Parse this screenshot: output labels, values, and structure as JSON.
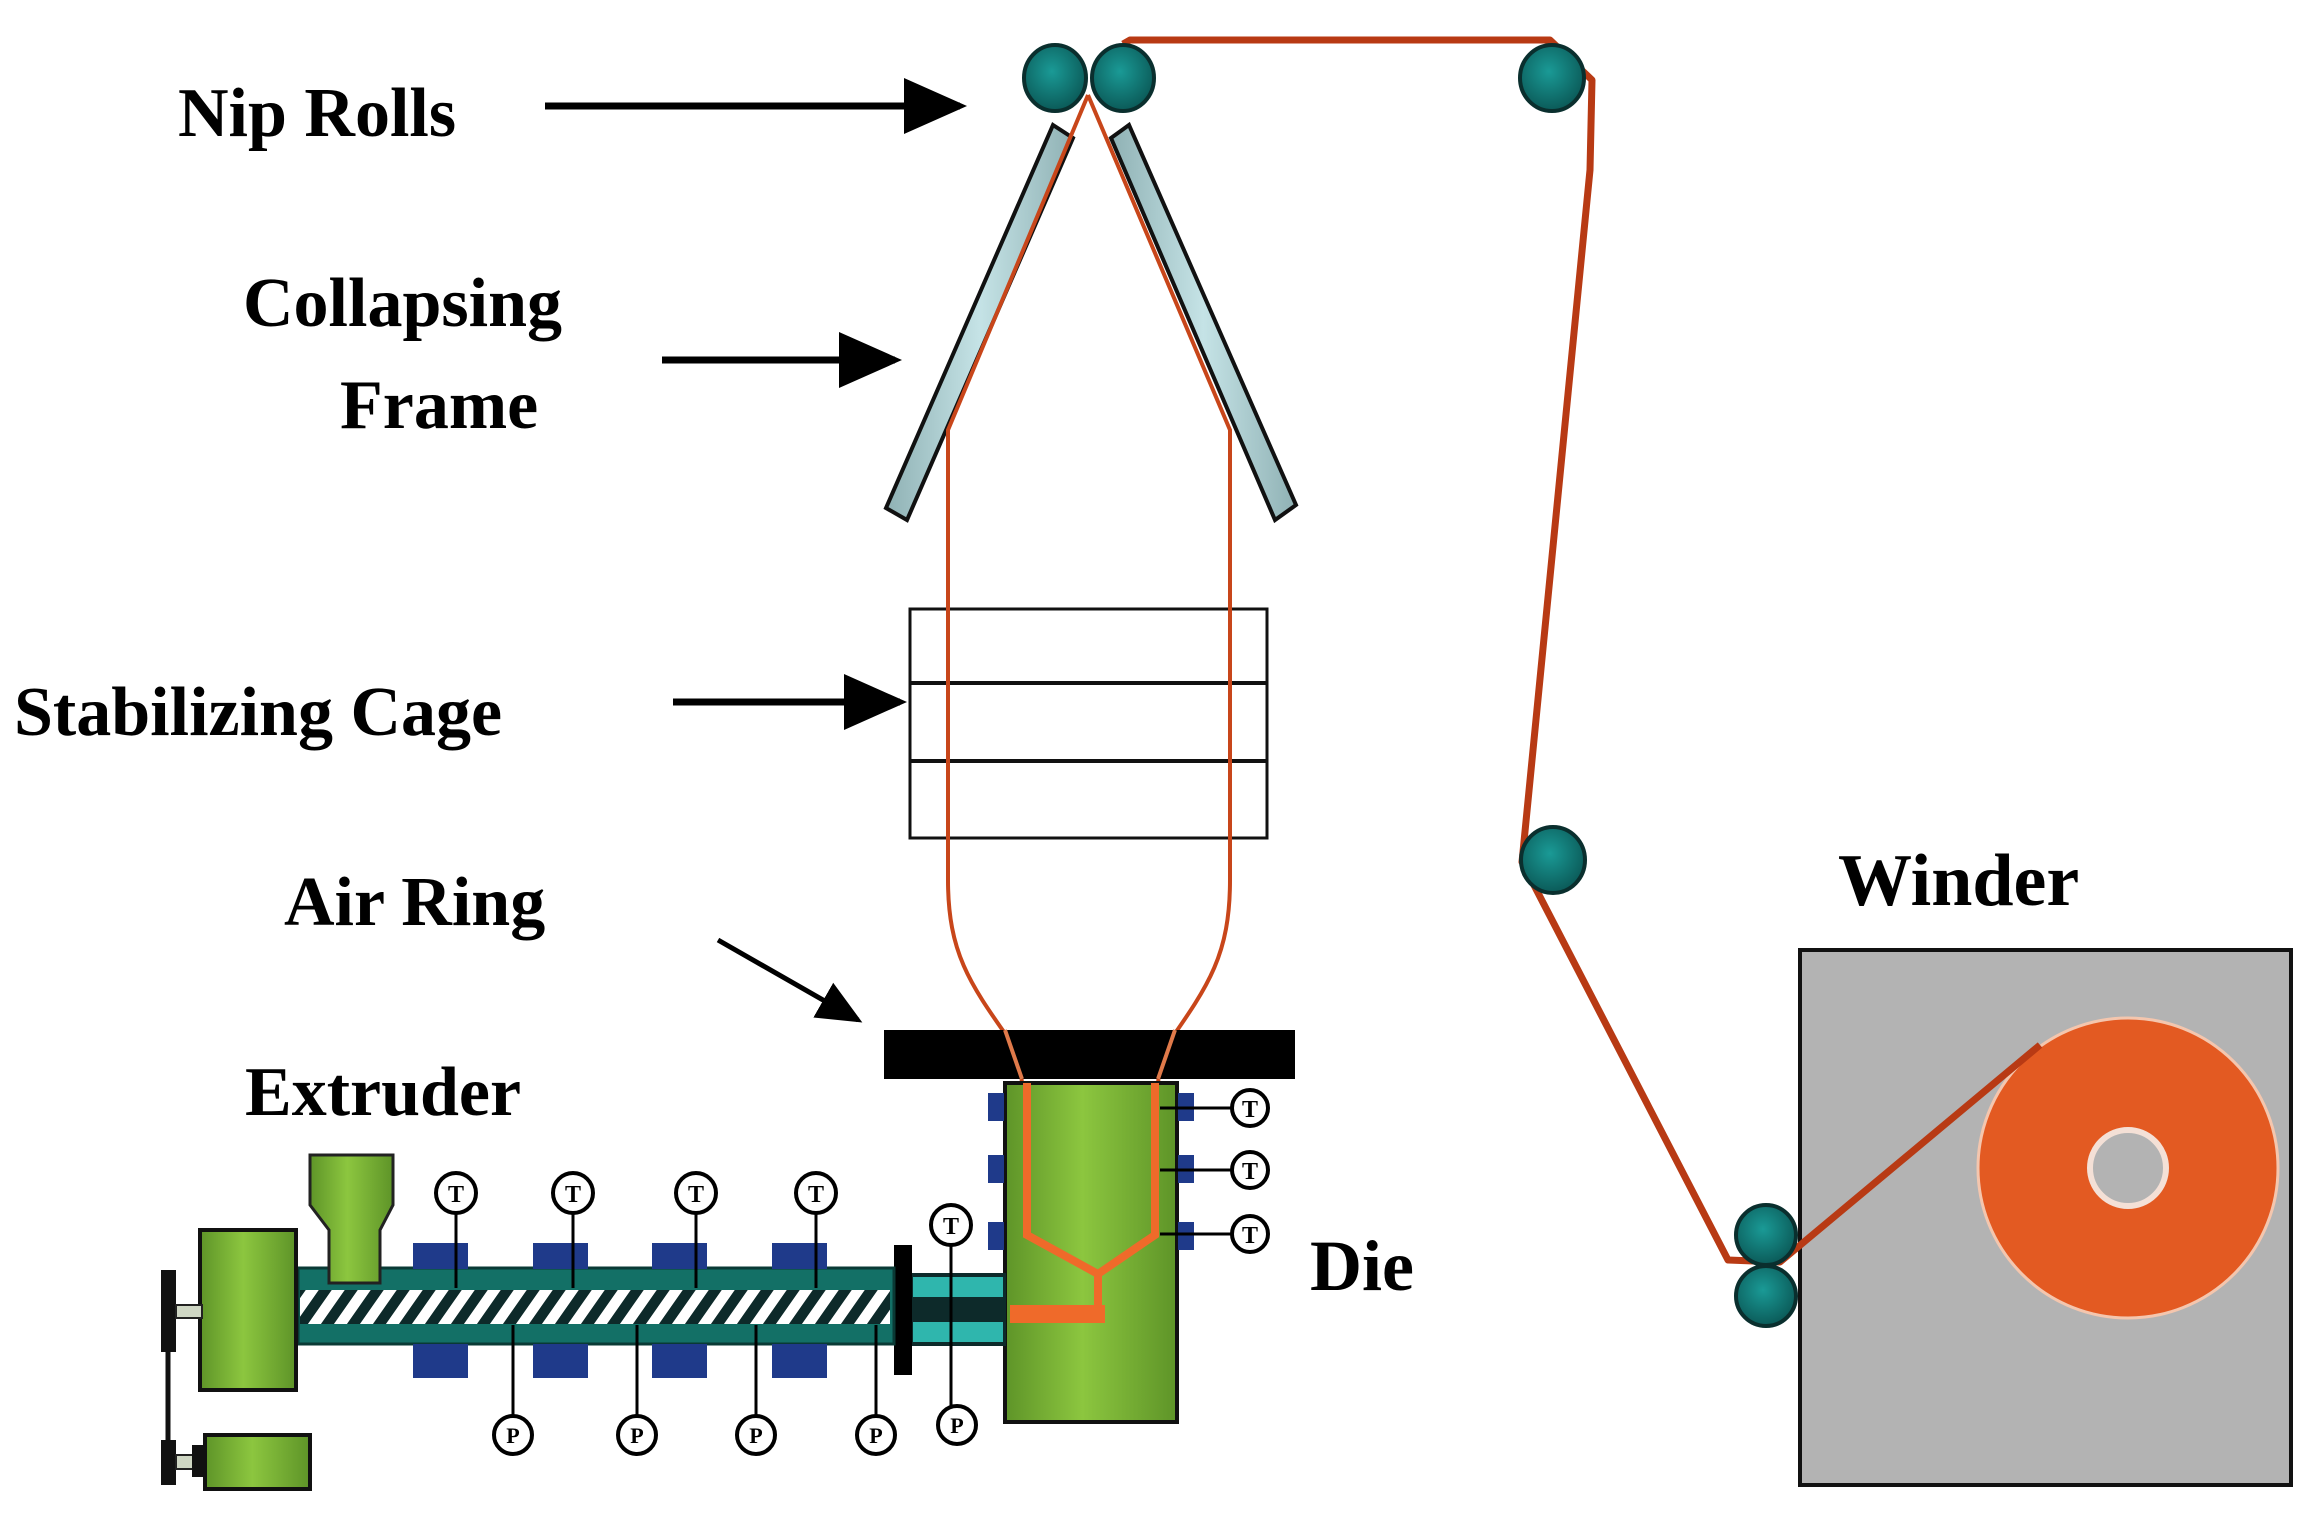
{
  "title": "Blown film extrusion line",
  "labels": {
    "nip_rolls": "Nip Rolls",
    "collapsing_frame_line1": "Collapsing",
    "collapsing_frame_line2": "Frame",
    "stabilizing_cage": "Stabilizing Cage",
    "air_ring": "Air Ring",
    "extruder": "Extruder",
    "die": "Die",
    "winder": "Winder"
  },
  "sensors": {
    "temperature_symbol": "T",
    "pressure_symbol": "P",
    "barrel_temperature_count": 4,
    "barrel_pressure_count": 4,
    "adapter_temperature_count": 1,
    "adapter_pressure_count": 1,
    "die_temperature_count": 3
  },
  "colors": {
    "film": "#e0531f",
    "film_dark": "#b83a14",
    "roller": "#127a78",
    "frame": "#a9c9cc",
    "equipment_green": "#7fb536",
    "heater_band": "#1f3a8a",
    "barrel": "#137066",
    "adapter": "#2fb6ad",
    "air_ring": "#000000",
    "winder_box": "#b3b3b3",
    "wound_roll": "#e35a22"
  }
}
